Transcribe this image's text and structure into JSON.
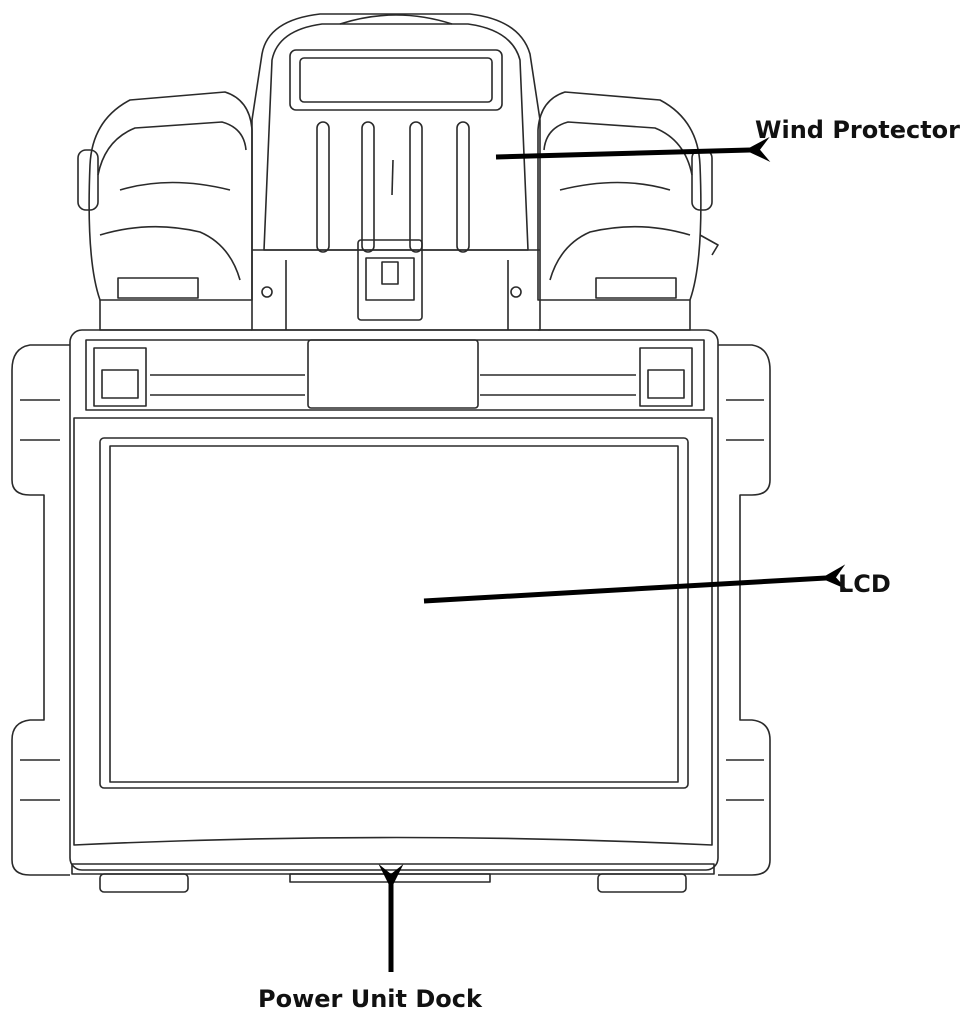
{
  "labels": {
    "wind_protector": "Wind Protector",
    "lcd": "LCD",
    "power_unit_dock": "Power Unit Dock"
  },
  "colors": {
    "line": "#2a2a2a",
    "background": "#ffffff",
    "arrow": "#000000"
  }
}
